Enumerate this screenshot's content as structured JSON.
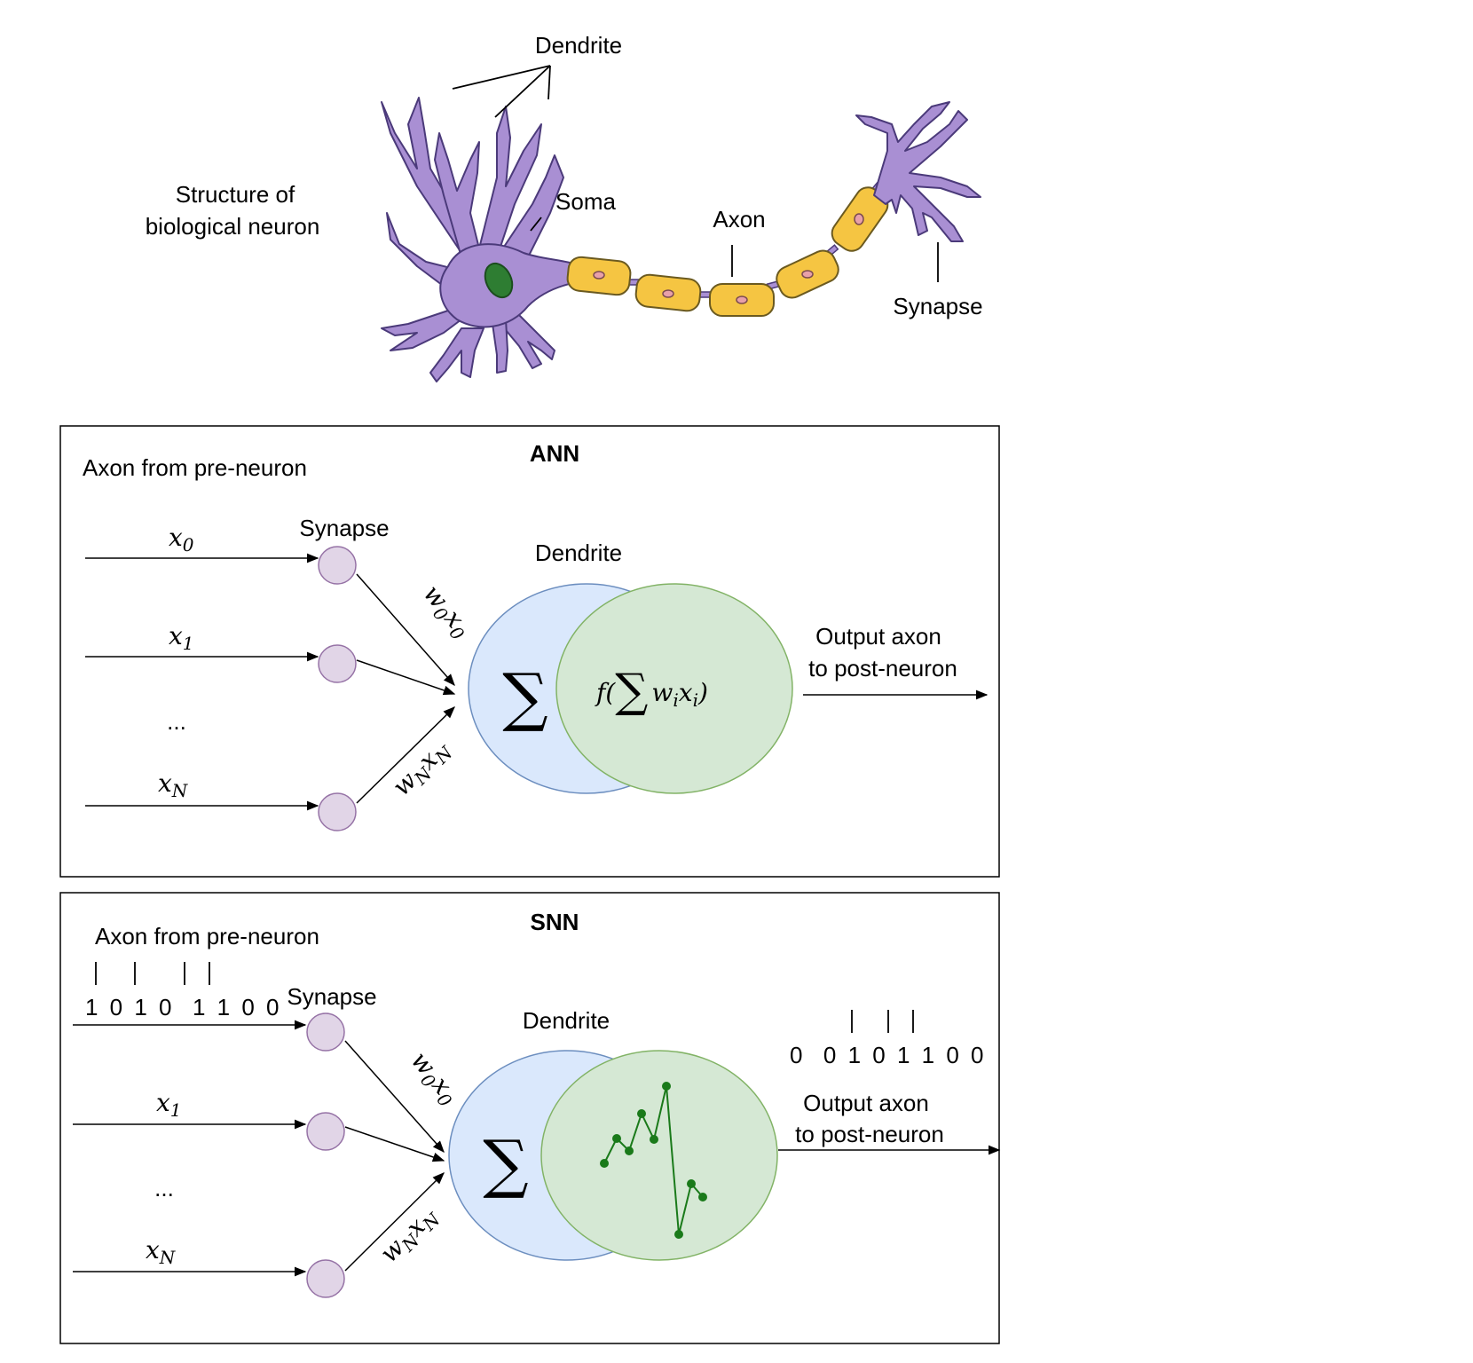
{
  "neuron": {
    "title_line1": "Structure of",
    "title_line2": "biological neuron",
    "dendrite": "Dendrite",
    "soma": "Soma",
    "axon": "Axon",
    "synapse": "Synapse",
    "colors": {
      "body": "#a98fd3",
      "myelin": "#f5c542",
      "nucleus": "#2e7d32",
      "node_nucleus": "#e8a0a8"
    }
  },
  "ann": {
    "title": "ANN",
    "axon_from": "Axon from pre-neuron",
    "synapse": "Synapse",
    "dendrite": "Dendrite",
    "inputs": [
      {
        "var": "x",
        "sub": "0"
      },
      {
        "var": "x",
        "sub": "1"
      },
      {
        "var": "x",
        "sub": "N"
      }
    ],
    "ellipsis": "...",
    "weight_top": {
      "w": "w",
      "wsub": "0",
      "x": "x",
      "xsub": "0"
    },
    "weight_bottom": {
      "w": "w",
      "wsub": "N",
      "x": "x",
      "xsub": "N"
    },
    "sum_symbol": "∑",
    "activation": {
      "f": "f(",
      "sum": "∑",
      "w": "w",
      "wsub": "i",
      "x": "x",
      "xsub": "i",
      "close": ")"
    },
    "output_line1": "Output axon",
    "output_line2": "to post-neuron"
  },
  "snn": {
    "title": "SNN",
    "axon_from": "Axon from pre-neuron",
    "input_spikes": "1 0 1 0  1 1 0 0",
    "synapse": "Synapse",
    "dendrite": "Dendrite",
    "inputs": [
      {
        "var": "x",
        "sub": "1"
      },
      {
        "var": "x",
        "sub": "N"
      }
    ],
    "ellipsis": "...",
    "weight_top": {
      "w": "w",
      "wsub": "0",
      "x": "x",
      "xsub": "0"
    },
    "weight_bottom": {
      "w": "w",
      "wsub": "N",
      "x": "x",
      "xsub": "N"
    },
    "sum_symbol": "∑",
    "output_spikes": "0  0 1 0 1 1 0 0",
    "output_line1": "Output axon",
    "output_line2": "to post-neuron"
  },
  "colors": {
    "sum_fill": "#dae8fc",
    "sum_stroke": "#6c8ebf",
    "act_fill": "#d5e8d4",
    "act_stroke": "#82b366",
    "syn_fill": "#e1d5e7",
    "syn_stroke": "#9673a6",
    "trace": "#1a7a1a"
  }
}
